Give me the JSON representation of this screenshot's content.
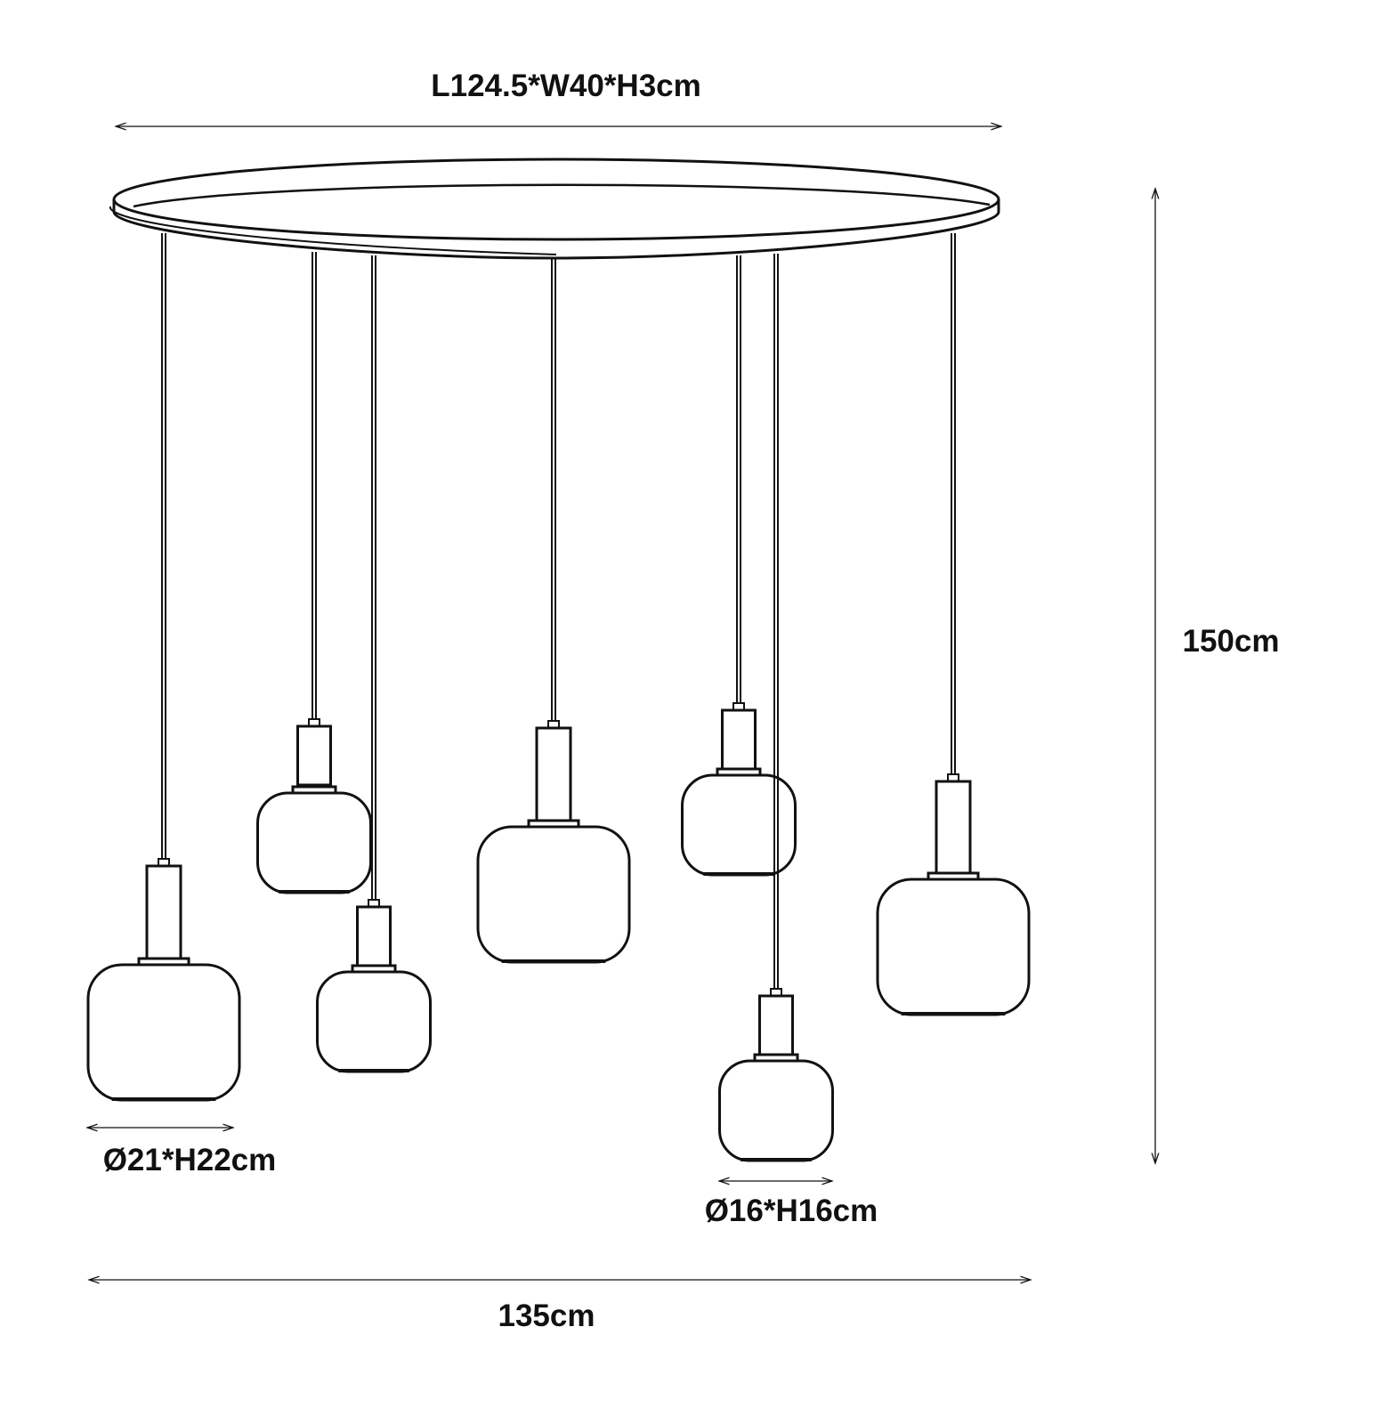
{
  "dimensions": {
    "canopy": "L124.5*W40*H3cm",
    "height": "150cm",
    "large_shade": "Ø21*H22cm",
    "small_shade": "Ø16*H16cm",
    "total_width": "135cm"
  },
  "lamps": [
    {
      "name": "lamp-1",
      "size": "large"
    },
    {
      "name": "lamp-2",
      "size": "small"
    },
    {
      "name": "lamp-3",
      "size": "small"
    },
    {
      "name": "lamp-4",
      "size": "large"
    },
    {
      "name": "lamp-5",
      "size": "small"
    },
    {
      "name": "lamp-6",
      "size": "small"
    },
    {
      "name": "lamp-7",
      "size": "large"
    }
  ],
  "colors": {
    "line": "#111111",
    "background": "#ffffff"
  }
}
